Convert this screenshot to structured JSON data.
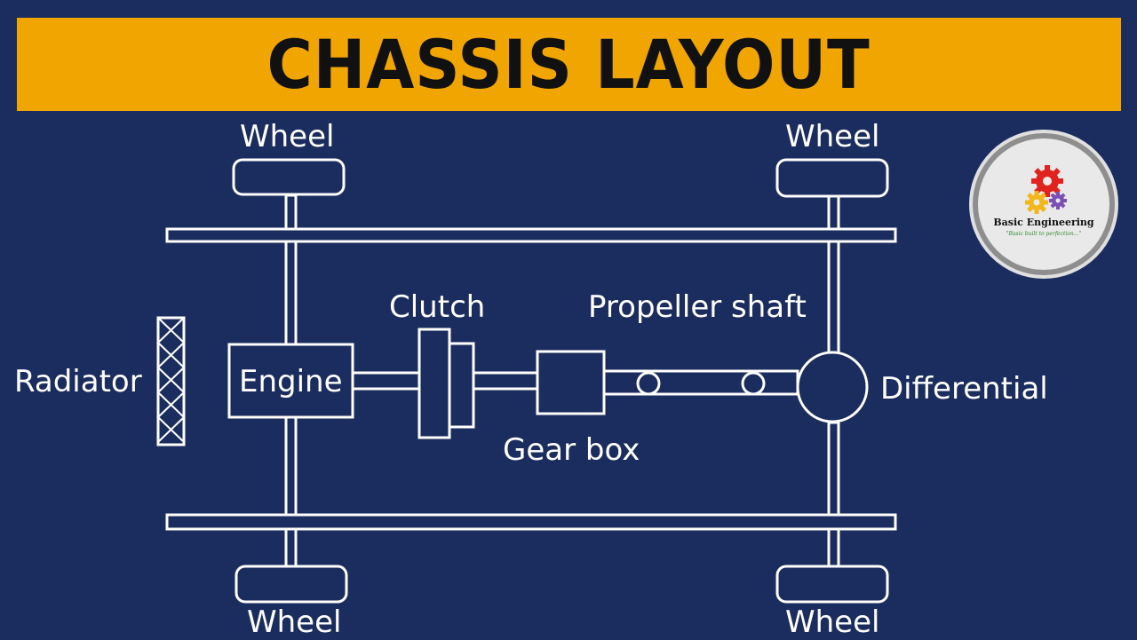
{
  "title": "CHASSIS LAYOUT",
  "labels": {
    "wheel_top_left": "Wheel",
    "wheel_top_right": "Wheel",
    "wheel_bottom_left": "Wheel",
    "wheel_bottom_right": "Wheel",
    "radiator": "Radiator",
    "engine": "Engine",
    "clutch": "Clutch",
    "propeller_shaft": "Propeller shaft",
    "gear_box": "Gear box",
    "differential": "Differential"
  },
  "logo": {
    "name": "Basic Engineering",
    "tagline": "\"Basic built to perfection...\"",
    "gear_colors": [
      "#e0231f",
      "#f2b71c",
      "#7b4fb5"
    ]
  },
  "colors": {
    "background": "#1b2d5e",
    "title_bar": "#f0a500",
    "title_text": "#111111",
    "lines": "#ffffff"
  }
}
